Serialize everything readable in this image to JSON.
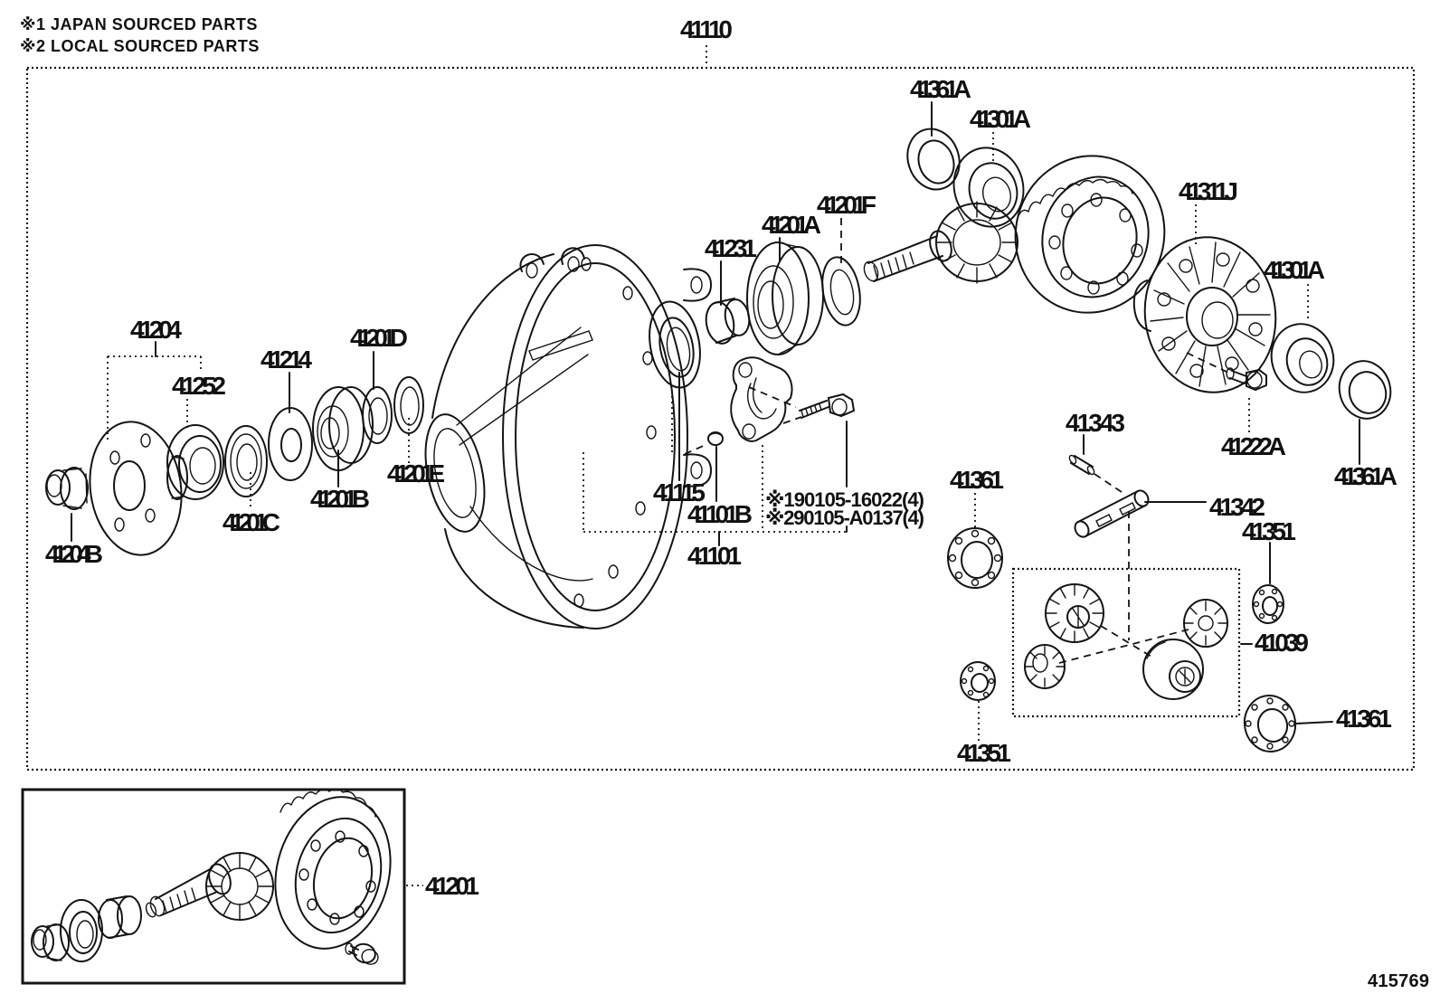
{
  "legend": {
    "note1": "※1 JAPAN SOURCED PARTS",
    "note2": "※2 LOCAL SOURCED PARTS"
  },
  "drawing_number": "415769",
  "callouts": [
    {
      "part": "41110"
    },
    {
      "part": "41361A"
    },
    {
      "part": "41301A"
    },
    {
      "part": "41311J"
    },
    {
      "part": "41201F"
    },
    {
      "part": "41201A"
    },
    {
      "part": "41231"
    },
    {
      "part": "41301A"
    },
    {
      "part": "41204"
    },
    {
      "part": "41252"
    },
    {
      "part": "41214"
    },
    {
      "part": "41201D"
    },
    {
      "part": "41201E"
    },
    {
      "part": "41201B"
    },
    {
      "part": "41201C"
    },
    {
      "part": "41204B"
    },
    {
      "part": "41115"
    },
    {
      "part": "41101B"
    },
    {
      "part": "※190105-16022(4)"
    },
    {
      "part": "※290105-A0137(4)"
    },
    {
      "part": "41101"
    },
    {
      "part": "41343"
    },
    {
      "part": "41222A"
    },
    {
      "part": "41361A"
    },
    {
      "part": "41361"
    },
    {
      "part": "41342"
    },
    {
      "part": "41351"
    },
    {
      "part": "41039"
    },
    {
      "part": "41351"
    },
    {
      "part": "41361"
    },
    {
      "part": "41201"
    }
  ]
}
